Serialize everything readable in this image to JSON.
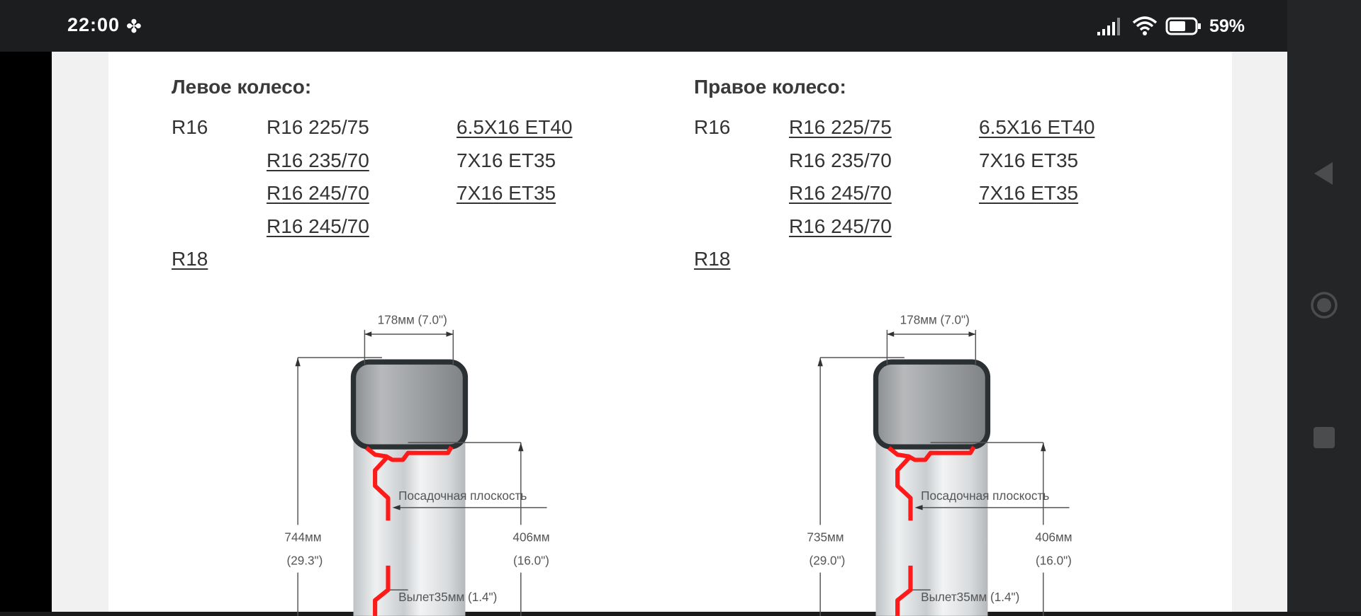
{
  "status_bar": {
    "time": "22:00",
    "battery_percent": "59%"
  },
  "left_wheel": {
    "title": "Левое колесо:",
    "rows": [
      {
        "diameter": "R16",
        "tire": "R16 225/75",
        "rim": "6.5X16 ET40"
      },
      {
        "diameter": "",
        "tire": "R16 235/70",
        "rim": "7X16 ET35"
      },
      {
        "diameter": "",
        "tire": "R16 245/70",
        "rim": "7X16 ET35"
      },
      {
        "diameter": "",
        "tire": "R16 245/70",
        "rim": ""
      },
      {
        "diameter": "R18",
        "tire": "",
        "rim": ""
      }
    ],
    "diagram": {
      "width_label": "178мм (7.0\")",
      "height_mm": "744мм",
      "height_in": "(29.3\")",
      "seat_label": "Посадочная плоскость",
      "rim_mm": "406мм",
      "rim_in": "(16.0\")",
      "offset_label": "Вылет35мм (1.4\")"
    }
  },
  "right_wheel": {
    "title": "Правое колесо:",
    "rows": [
      {
        "diameter": "R16",
        "tire": "R16 225/75",
        "rim": "6.5X16 ET40"
      },
      {
        "diameter": "",
        "tire": "R16 235/70",
        "rim": "7X16 ET35"
      },
      {
        "diameter": "",
        "tire": "R16 245/70",
        "rim": "7X16 ET35"
      },
      {
        "diameter": "",
        "tire": "R16 245/70",
        "rim": ""
      },
      {
        "diameter": "R18",
        "tire": "",
        "rim": ""
      }
    ],
    "diagram": {
      "width_label": "178мм (7.0\")",
      "height_mm": "735мм",
      "height_in": "(29.0\")",
      "seat_label": "Посадочная плоскость",
      "rim_mm": "406мм",
      "rim_in": "(16.0\")",
      "offset_label": "Вылет35мм (1.4\")"
    }
  },
  "colors": {
    "profile_red": "#ff1a1a",
    "tire_dark": "#2b3033"
  }
}
